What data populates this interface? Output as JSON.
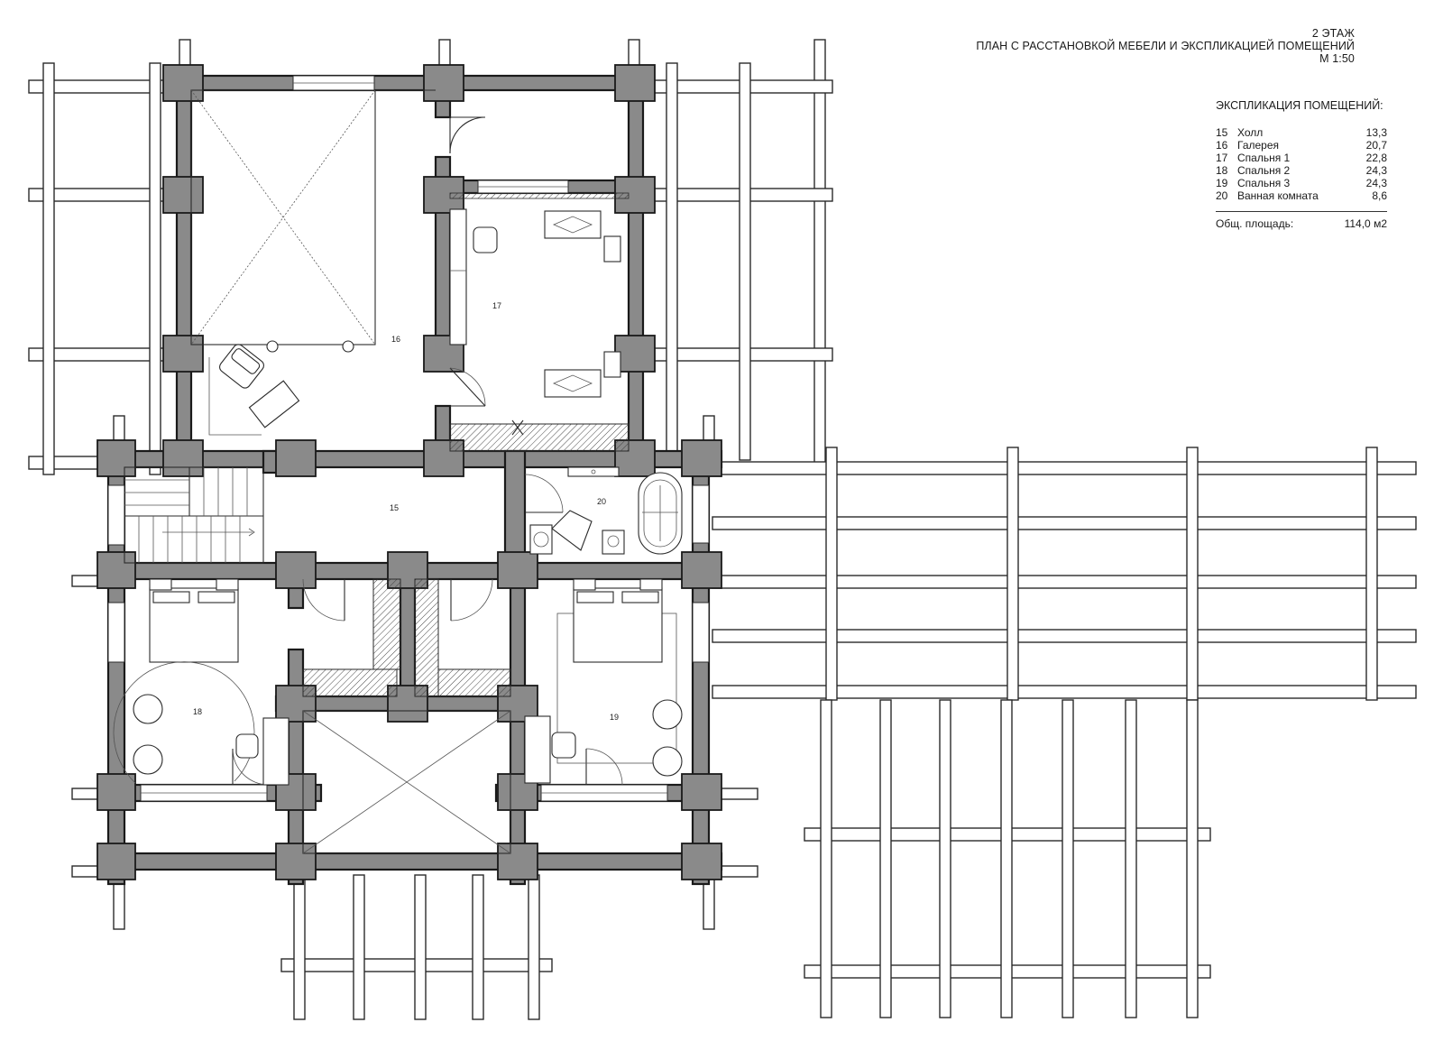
{
  "title": {
    "floor": "2 ЭТАЖ",
    "subtitle": "ПЛАН С РАССТАНОВКОЙ МЕБЕЛИ И ЭКСПЛИКАЦИЕЙ ПОМЕЩЕНИЙ",
    "scale": "М 1:50"
  },
  "legend": {
    "heading": "ЭКСПЛИКАЦИЯ ПОМЕЩЕНИЙ:",
    "rooms": [
      {
        "num": "15",
        "name": "Холл",
        "area": "13,3"
      },
      {
        "num": "16",
        "name": "Галерея",
        "area": "20,7"
      },
      {
        "num": "17",
        "name": "Спальня 1",
        "area": "22,8"
      },
      {
        "num": "18",
        "name": "Спальня 2",
        "area": "24,3"
      },
      {
        "num": "19",
        "name": "Спальня 3",
        "area": "24,3"
      },
      {
        "num": "20",
        "name": "Ванная комната",
        "area": "8,6"
      }
    ],
    "total_label": "Общ. площадь:",
    "total_value": "114,0 м2"
  },
  "plan_labels": {
    "r15": "15",
    "r16": "16",
    "r17": "17",
    "r18": "18",
    "r19": "19",
    "r20": "20"
  },
  "colors": {
    "wall_fill": "#8a8a8a",
    "line": "#1a1a1a",
    "background": "#ffffff"
  }
}
